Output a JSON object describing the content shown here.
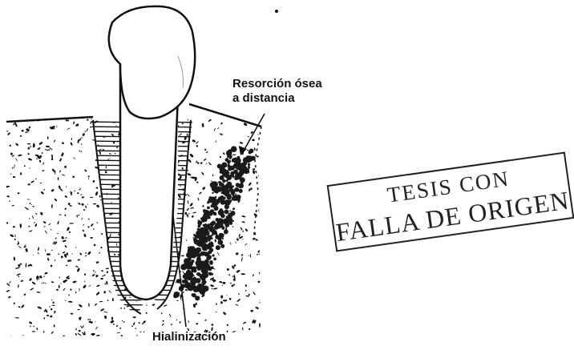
{
  "labels": {
    "bone_resorption": [
      "Resorción ósea",
      "a distancia"
    ],
    "hyalinization": "Hialinización"
  },
  "stamp": {
    "line1": "TESIS CON",
    "line2": "FALLA DE ORIGEN"
  },
  "colors": {
    "ink": "#111111",
    "resorption_zone": "#1a1a1a",
    "background": "#ffffff"
  }
}
